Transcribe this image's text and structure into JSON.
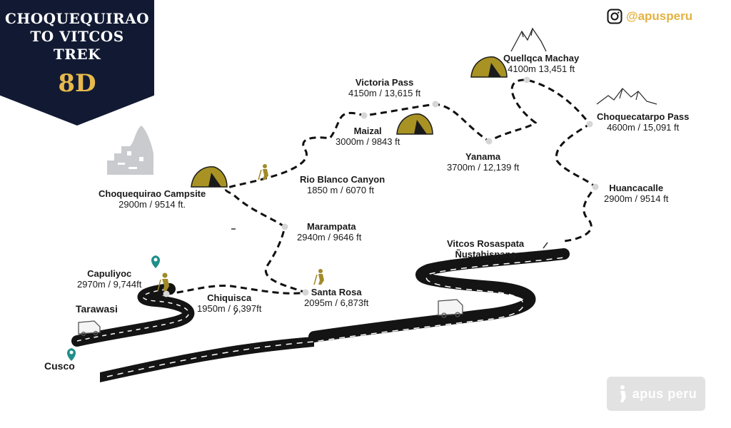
{
  "title": {
    "line1": "CHOQUEQUIRAO",
    "line2": "TO VITCOS",
    "line3": "TREK",
    "days": "8D"
  },
  "social": {
    "icon": "instagram-icon",
    "handle": "@apusperu"
  },
  "places": {
    "choquequirao": {
      "name": "Choquequirao Campsite",
      "alt": "2900m / 9514 ft."
    },
    "rio_blanco": {
      "name": "Rio Blanco Canyon",
      "alt": "1850 m / 6070 ft"
    },
    "marampata": {
      "name": "Marampata",
      "alt": "2940m / 9646 ft"
    },
    "capuliyoc": {
      "name": "Capuliyoc",
      "alt": "2970m / 9,744ft"
    },
    "chiquisca": {
      "name": "Chiquisca",
      "alt": "1950m / 6,397ft"
    },
    "santa_rosa": {
      "name": "Santa Rosa",
      "alt": "2095m / 6,873ft"
    },
    "tarawasi": {
      "name": "Tarawasi"
    },
    "cusco": {
      "name": "Cusco"
    },
    "maizal": {
      "name": "Maizal",
      "alt": "3000m / 9843 ft"
    },
    "victoria": {
      "name": "Victoria Pass",
      "alt": "4150m / 13,615 ft"
    },
    "yanama": {
      "name": "Yanama",
      "alt": "3700m / 12,139 ft"
    },
    "quellqca": {
      "name": "Quellqca Machay",
      "alt": "4100m 13,451 ft"
    },
    "choquecatarpo": {
      "name": "Choquecatarpo Pass",
      "alt": "4600m / 15,091 ft"
    },
    "huancacalle": {
      "name": "Huancacalle",
      "alt": "2900m / 9514 ft"
    },
    "vitcos": {
      "name": "Vitcos Rosaspata",
      "alt": "Ñustahispana"
    }
  },
  "watermark": {
    "text": "apus peru"
  },
  "colors": {
    "banner": "#121a33",
    "accent_gold": "#e7b94d",
    "brand": "#e4b240",
    "pin": "#1f8f8a",
    "tent": "#a89224",
    "road": "#141414"
  }
}
